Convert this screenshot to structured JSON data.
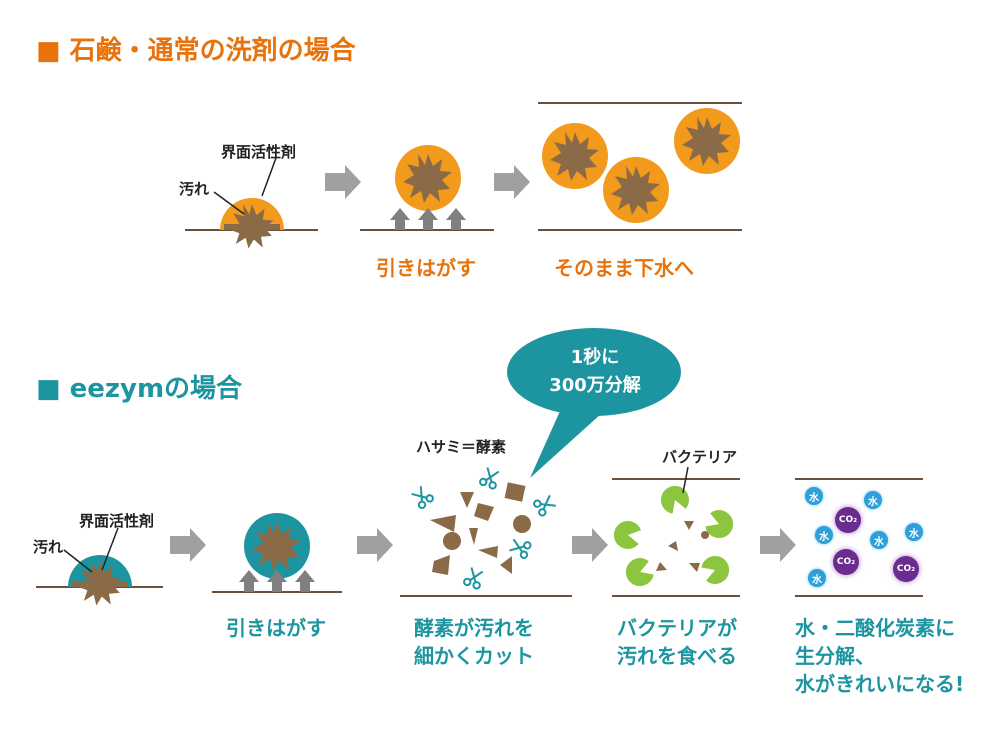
{
  "section1": {
    "heading": "■ 石鹸・通常の洗剤の場合",
    "label_surfactant": "界面活性剤",
    "label_dirt": "汚れ",
    "caption_peel": "引きはがす",
    "caption_drain": "そのまま下水へ"
  },
  "section2": {
    "heading": "■ eezymの場合",
    "label_surfactant": "界面活性剤",
    "label_dirt": "汚れ",
    "label_scissors": "ハサミ＝酵素",
    "label_bacteria": "バクテリア",
    "bubble_line1": "1秒に",
    "bubble_line2": "300万分解",
    "caption_peel": "引きはがす",
    "caption_cut_line1": "酵素が汚れを",
    "caption_cut_line2": "細かくカット",
    "caption_eat_line1": "バクテリアが",
    "caption_eat_line2": "汚れを食べる",
    "caption_result_line1": "水・二酸化炭素に",
    "caption_result_line2": "生分解、",
    "caption_result_line3": "水がきれいになる!",
    "water_label": "水",
    "co2_label": "CO₂"
  },
  "colors": {
    "orange": "#e8730c",
    "orange_fill": "#f29a1c",
    "teal": "#1d95a0",
    "dirt": "#8b6a47",
    "arrow": "#a0a0a0",
    "bacteria": "#8cc63f",
    "water": "#2e9fd8",
    "co2": "#6a2c8f"
  }
}
